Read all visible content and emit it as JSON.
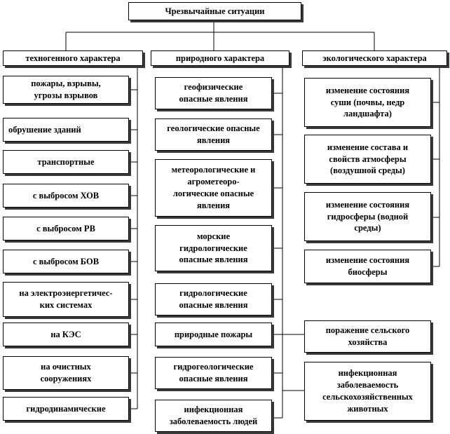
{
  "root": "Чрезвычайные ситуации",
  "columns": [
    {
      "title": "техногенного характера",
      "items": [
        "пожары, взрывы,\nугрозы взрывов",
        "обрушение зданий",
        "транспортные",
        "с выбросом ХОВ",
        "с выбросом РВ",
        "с выбросом БОВ",
        "на электроэнергетичес-\nких системах",
        "на КЭС",
        "на очистных\nсооружениях",
        "гидродинамические"
      ]
    },
    {
      "title": "природного характера",
      "items": [
        "геофизические\nопасные явления",
        "геологические опасные\nявления",
        "метеорологические и\nагрометеоро-\nлогические опасные\nявления",
        "морские\nгидрологические\nопасные явления",
        "гидрологические\nопасные явления",
        "природные пожары",
        "гидрогеологические\nопасные явления",
        "инфекционная\nзаболеваемость людей"
      ]
    },
    {
      "title": "экологического характера",
      "items": [
        "изменение состояния\nсуши (почвы, недр\nландшафта)",
        "изменение состава и\nсвойств атмосферы\n(воздушной среды)",
        "изменение состояния\nгидросферы (водной\nсреды)",
        "изменение состояния\nбиосферы",
        "поражение сельского\nхозяйства",
        "инфекционная\nзаболеваемость\nсельскохозяйственных\nживотных"
      ]
    }
  ]
}
